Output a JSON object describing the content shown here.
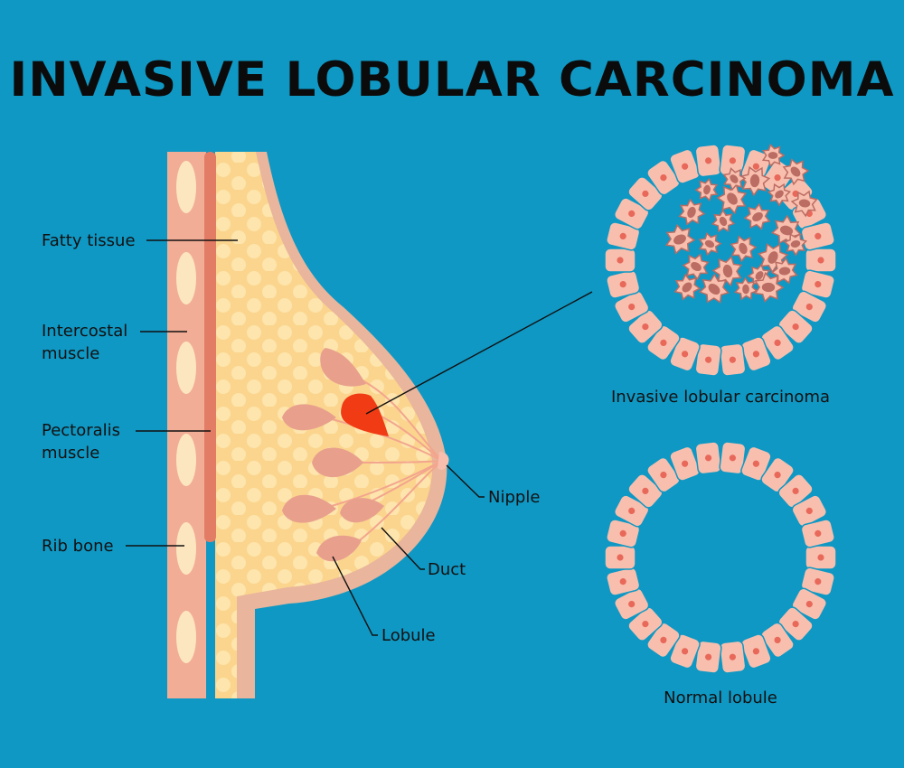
{
  "title": "INVASIVE LOBULAR CARCINOMA",
  "labels": {
    "fatty_tissue": "Fatty tissue",
    "intercostal_line1": "Intercostal",
    "intercostal_line2": "muscle",
    "pectoralis_line1": "Pectoralis",
    "pectoralis_line2": "muscle",
    "rib_bone": "Rib bone",
    "nipple": "Nipple",
    "duct": "Duct",
    "lobule": "Lobule"
  },
  "captions": {
    "carcinoma": "Invasive lobular carcinoma",
    "normal": "Normal lobule"
  },
  "colors": {
    "background": "#0f98c4",
    "skin": "#e9b59c",
    "fat": "#fbd58e",
    "fat_globule": "#fde7b0",
    "muscle": "#f2ad96",
    "pectoralis_band": "#e27c65",
    "rib": "#fce6c0",
    "lobule": "#e8a08d",
    "tumor": "#f03b14",
    "cell": "#f8bfae",
    "nucleus": "#e8685a",
    "cancer_cell": "#bb6c63"
  }
}
